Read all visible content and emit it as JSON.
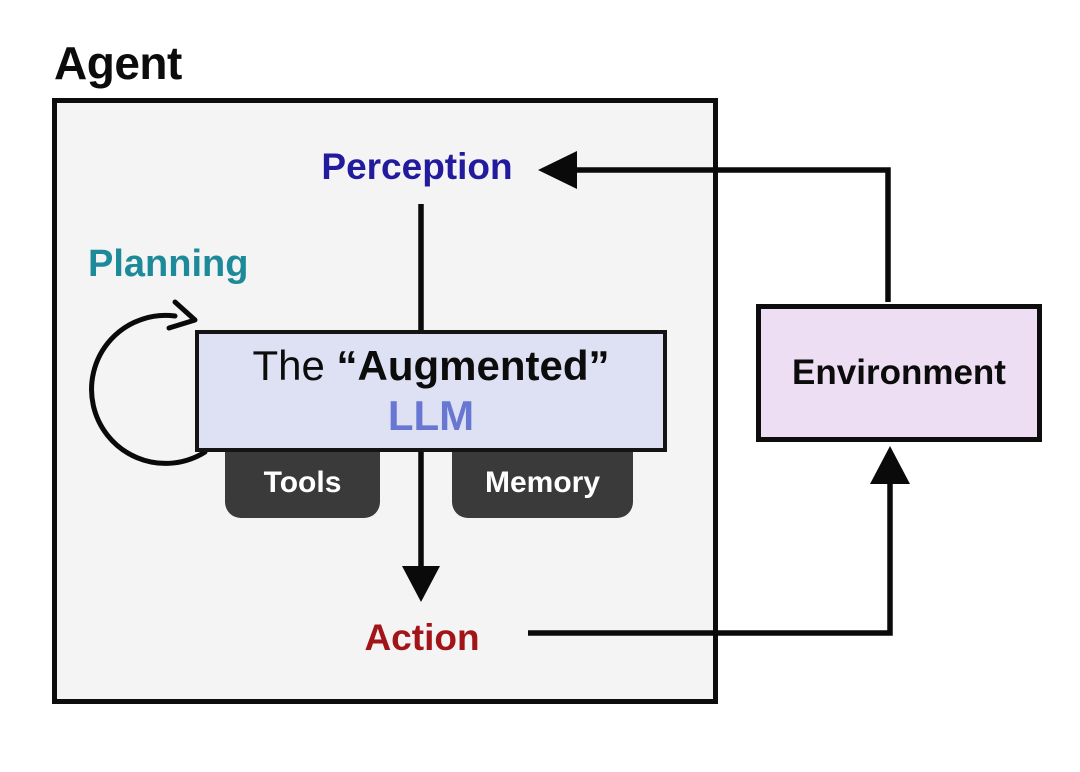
{
  "diagram": {
    "title": "Agent",
    "perception_label": "Perception",
    "planning_label": "Planning",
    "action_label": "Action",
    "llm_box": {
      "prefix": "The ",
      "emphasis": "“Augmented”",
      "subtitle": "LLM"
    },
    "tabs": [
      {
        "label": "Tools"
      },
      {
        "label": "Memory"
      }
    ],
    "environment_label": "Environment"
  },
  "colors": {
    "perception_text": "#231b9d",
    "planning_text": "#1c8a99",
    "action_text": "#a21417",
    "llm_subtitle_text": "#6877d2",
    "llm_box_fill": "#dee1f4",
    "environment_fill": "#eedef4",
    "agent_box_fill": "#f4f4f5",
    "tab_fill": "#3a3a3b",
    "line": "#0a0a0a"
  }
}
